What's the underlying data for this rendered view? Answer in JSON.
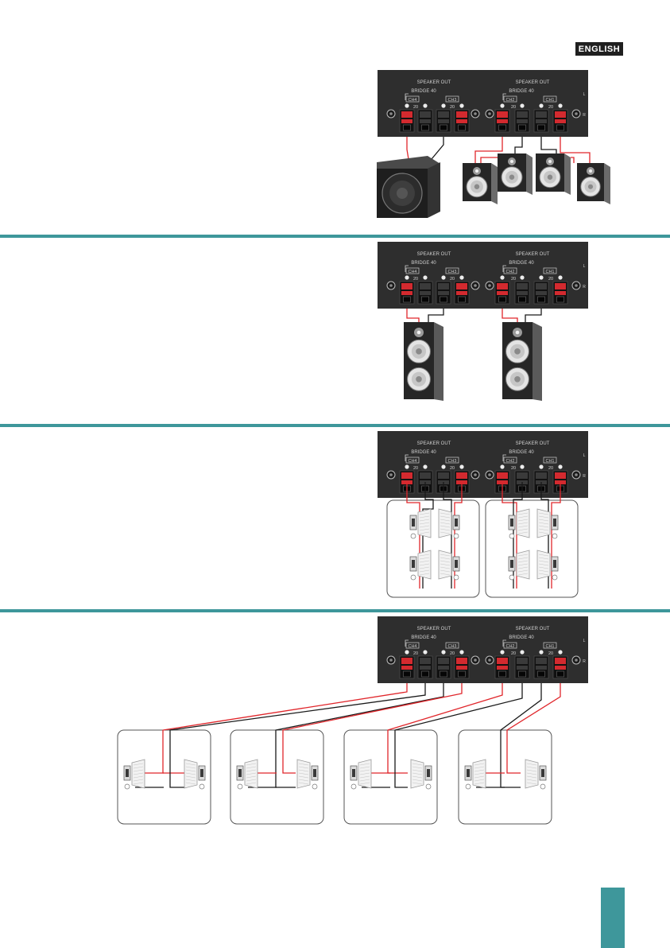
{
  "header": {
    "language_badge": "ENGLISH"
  },
  "panel": {
    "speaker_out_label": "SPEAKER OUT",
    "bridge_label": "BRIDGE 40",
    "ch1_label": "CH1",
    "ch2_label": "CH2",
    "ch3_label": "CH3",
    "ch4_label": "CH4",
    "rating_label": "20",
    "side_mark_top": "L",
    "side_mark_bottom": "R"
  },
  "colors": {
    "accent": "#3e979b",
    "panel": "#2e2e2e",
    "wire_positive": "#e0262b",
    "wire_negative": "#1a1a1a",
    "terminal_positive": "#d32a2f"
  },
  "diagrams": [
    {
      "icon": "subwoofer-and-satellite-speakers"
    },
    {
      "icon": "floor-standing-speakers"
    },
    {
      "icon": "wall-speaker-pairs"
    },
    {
      "icon": "wall-speaker-zones"
    }
  ]
}
